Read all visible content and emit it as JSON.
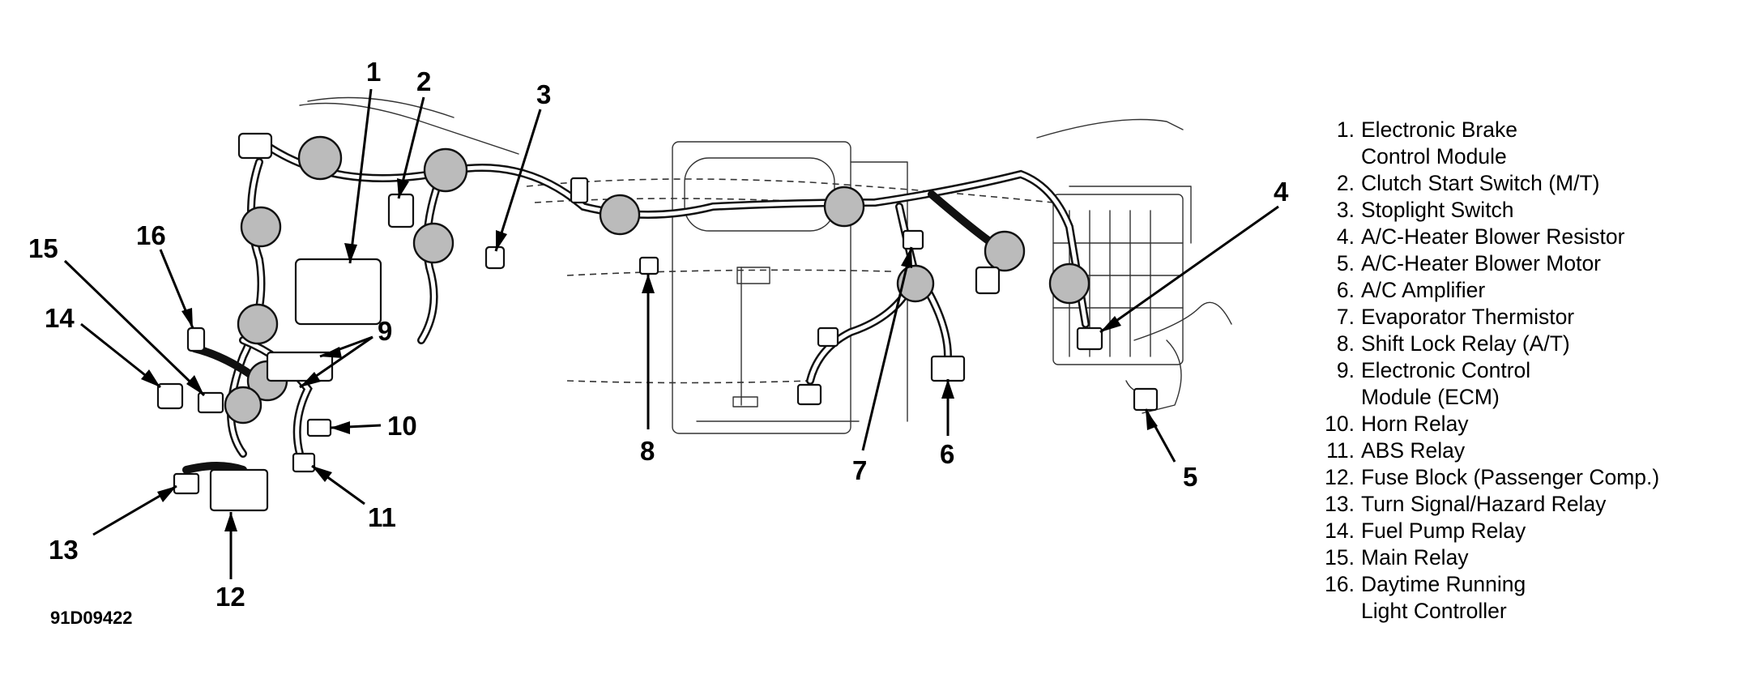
{
  "figure_code": "91D09422",
  "callouts": [
    "1",
    "2",
    "3",
    "4",
    "5",
    "6",
    "7",
    "8",
    "9",
    "10",
    "11",
    "12",
    "13",
    "14",
    "15",
    "16"
  ],
  "legend": [
    {
      "num": "1.",
      "text": "Electronic Brake\nControl Module"
    },
    {
      "num": "2.",
      "text": "Clutch Start Switch (M/T)"
    },
    {
      "num": "3.",
      "text": "Stoplight Switch"
    },
    {
      "num": "4.",
      "text": "A/C-Heater Blower Resistor"
    },
    {
      "num": "5.",
      "text": "A/C-Heater Blower Motor"
    },
    {
      "num": "6.",
      "text": "A/C Amplifier"
    },
    {
      "num": "7.",
      "text": "Evaporator Thermistor"
    },
    {
      "num": "8.",
      "text": "Shift Lock Relay (A/T)"
    },
    {
      "num": "9.",
      "text": "Electronic Control\nModule (ECM)"
    },
    {
      "num": "10.",
      "text": "Horn Relay"
    },
    {
      "num": "11.",
      "text": "ABS Relay"
    },
    {
      "num": "12.",
      "text": "Fuse Block (Passenger Comp.)"
    },
    {
      "num": "13.",
      "text": "Turn Signal/Hazard Relay"
    },
    {
      "num": "14.",
      "text": "Fuel Pump Relay"
    },
    {
      "num": "15.",
      "text": "Main Relay"
    },
    {
      "num": "16.",
      "text": "Daytime Running\nLight Controller"
    }
  ]
}
